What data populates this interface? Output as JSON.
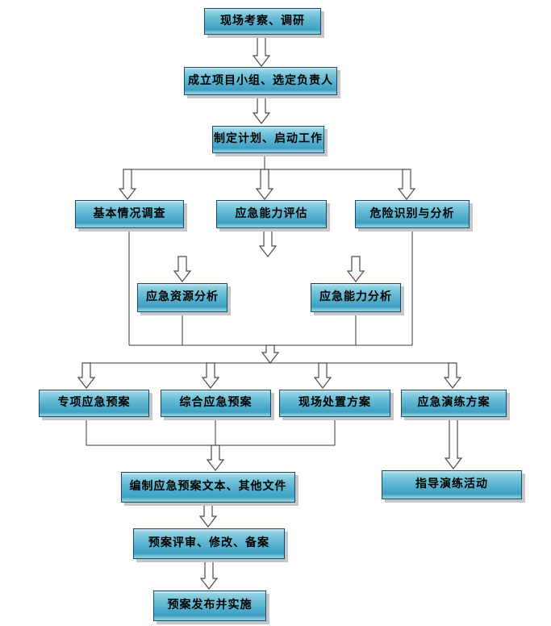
{
  "diagram_type": "flowchart",
  "nodes": {
    "site_survey": {
      "label": "现场考察、调研"
    },
    "form_team": {
      "label": "成立项目小组、选定负责人"
    },
    "make_plan": {
      "label": "制定计划、启动工作"
    },
    "basic_survey": {
      "label": "基本情况调查"
    },
    "capability_assess": {
      "label": "应急能力评估"
    },
    "hazard_id": {
      "label": "危险识别与分析"
    },
    "resource_analysis": {
      "label": "应急资源分析"
    },
    "capability_analysis": {
      "label": "应急能力分析"
    },
    "special_plan": {
      "label": "专项应急预案"
    },
    "comprehensive_plan": {
      "label": "综合应急预案"
    },
    "onsite_plan": {
      "label": "现场处置方案"
    },
    "drill_plan": {
      "label": "应急演练方案"
    },
    "compile_docs": {
      "label": "编制应急预案文本、其他文件"
    },
    "guide_drill": {
      "label": "指导演练活动"
    },
    "review_revise": {
      "label": "预案评审、修改、备案"
    },
    "publish": {
      "label": "预案发布并实施"
    }
  },
  "edges": [
    {
      "from": [
        "site_survey"
      ],
      "to": [
        "form_team"
      ],
      "style": "block-arrow"
    },
    {
      "from": [
        "form_team"
      ],
      "to": [
        "make_plan"
      ],
      "style": "block-arrow"
    },
    {
      "from": [
        "make_plan"
      ],
      "to": [
        "basic_survey",
        "capability_assess",
        "hazard_id"
      ],
      "style": "branch-block-arrows"
    },
    {
      "from": [
        "capability_assess"
      ],
      "to": [
        "resource_analysis",
        "capability_analysis"
      ],
      "style": "branch-block-arrows"
    },
    {
      "from": [
        "basic_survey",
        "resource_analysis",
        "capability_analysis",
        "hazard_id"
      ],
      "to": [
        "special_plan",
        "comprehensive_plan",
        "onsite_plan",
        "drill_plan"
      ],
      "style": "merge-then-branch-block-arrows"
    },
    {
      "from": [
        "special_plan",
        "comprehensive_plan",
        "onsite_plan"
      ],
      "to": [
        "compile_docs"
      ],
      "style": "merge-block-arrow"
    },
    {
      "from": [
        "drill_plan"
      ],
      "to": [
        "guide_drill"
      ],
      "style": "block-arrow"
    },
    {
      "from": [
        "compile_docs"
      ],
      "to": [
        "review_revise"
      ],
      "style": "block-arrow"
    },
    {
      "from": [
        "review_revise"
      ],
      "to": [
        "publish"
      ],
      "style": "block-arrow"
    }
  ],
  "colors": {
    "background": "#ffffff",
    "box_fill_top": "#a9dcec",
    "box_fill_bottom": "#3f9fc2",
    "box_border": "#1a4a6b",
    "box_shadow": "#c6c6c6",
    "connector_line": "#3a3a3a",
    "arrow_fill": "#ffffff",
    "text": "#000000"
  }
}
